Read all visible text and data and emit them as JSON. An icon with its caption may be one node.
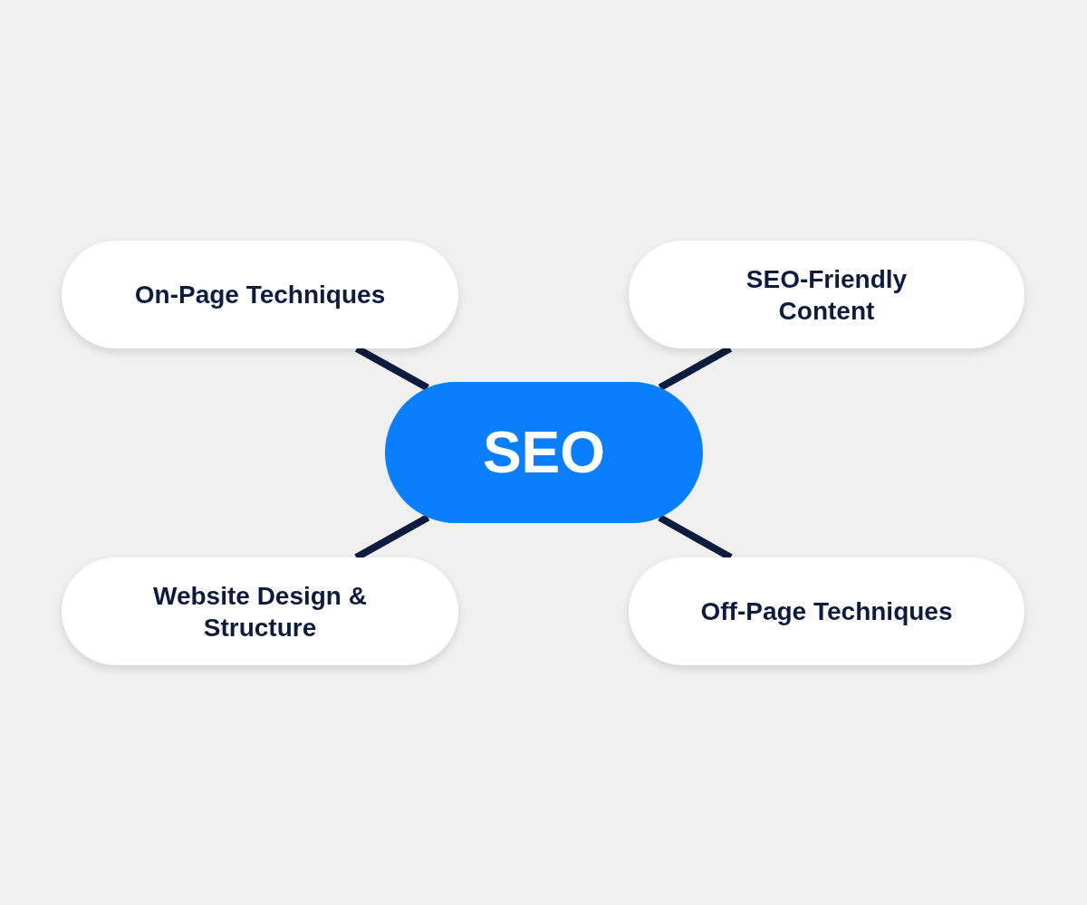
{
  "diagram": {
    "nodes": [
      {
        "text": [
          "SEO"
        ]
      },
      {
        "text": [
          "On-Page Techniques"
        ]
      },
      {
        "text": [
          "SEO-Friendly Content"
        ]
      },
      {
        "text": [
          "Website Design & Structure"
        ]
      },
      {
        "text": [
          "Off-Page Techniques"
        ]
      }
    ],
    "edges": [
      {
        "from": 0,
        "to": 1,
        "arrow": "none"
      },
      {
        "from": 0,
        "to": 2,
        "arrow": "none"
      },
      {
        "from": 0,
        "to": 3,
        "arrow": "none"
      },
      {
        "from": 0,
        "to": 4,
        "arrow": "none"
      }
    ]
  }
}
